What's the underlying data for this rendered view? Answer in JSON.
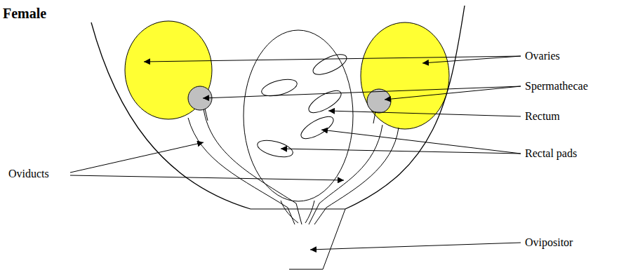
{
  "diagram": {
    "title": "Female",
    "labels": [
      "Ovaries",
      "Spermathecae",
      "Rectum",
      "Rectal pads",
      "Oviducts",
      "Ovipositor"
    ]
  }
}
